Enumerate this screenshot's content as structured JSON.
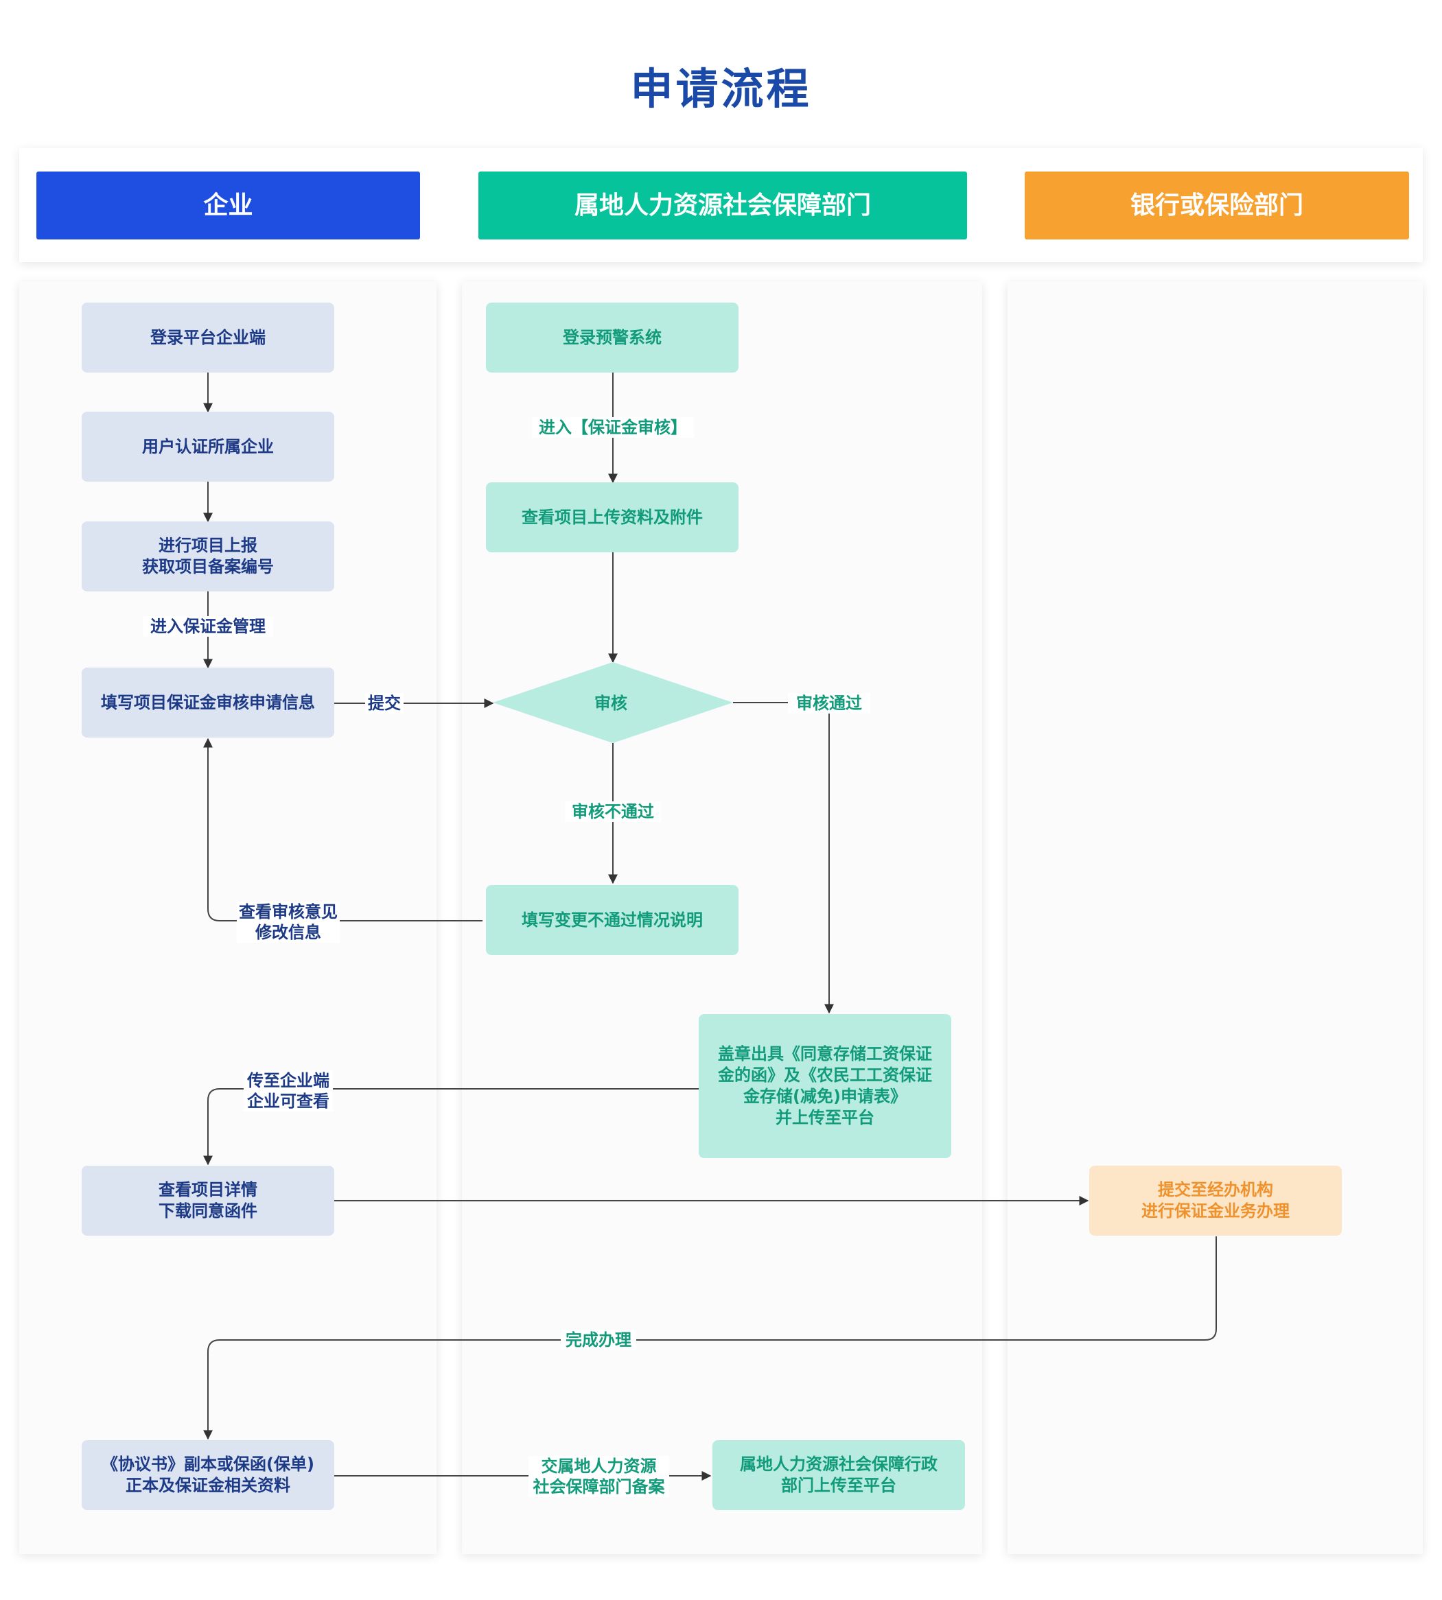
{
  "title": "申请流程",
  "lanes": [
    {
      "label": "企业",
      "color": "#1e4fe0"
    },
    {
      "label": "属地人力资源社会保障部门",
      "color": "#07c39b"
    },
    {
      "label": "银行或保险部门",
      "color": "#f7a131"
    }
  ],
  "colors": {
    "enterprise_box": "#dce3f1",
    "enterprise_text": "#1d3a87",
    "hr_box": "#b9ece1",
    "hr_text": "#129b7b",
    "bank_box": "#fde6c7",
    "bank_text": "#ef922e",
    "title": "#1a49a8"
  },
  "nodes": {
    "login_enterprise": "登录平台企业端",
    "user_auth": "用户认证所属企业",
    "project_report": "进行项目上报\n获取项目备案编号",
    "fill_application": "填写项目保证金审核申请信息",
    "view_details": "查看项目详情\n下载同意函件",
    "agreement_docs": "《协议书》副本或保函(保单)\n正本及保证金相关资料",
    "login_warning": "登录预警系统",
    "view_uploads": "查看项目上传资料及附件",
    "review": "审核",
    "fill_change": "填写变更不通过情况说明",
    "stamp_letter": "盖章出具《同意存储工资保证\n金的函》及《农民工工资保证\n金存储(减免)申请表》\n并上传至平台",
    "hr_upload": "属地人力资源社会保障行政\n部门上传至平台",
    "submit_agency": "提交至经办机构\n进行保证金业务办理"
  },
  "edge_labels": {
    "enter_deposit_mgmt": "进入保证金管理",
    "submit": "提交",
    "enter_deposit_review": "进入【保证金审核】",
    "review_passed": "审核通过",
    "review_failed": "审核不通过",
    "view_opinion": "查看审核意见\n修改信息",
    "send_to_enterprise": "传至企业端\n企业可查看",
    "complete": "完成办理",
    "hand_to_hr": "交属地人力资源\n社会保障部门备案"
  }
}
